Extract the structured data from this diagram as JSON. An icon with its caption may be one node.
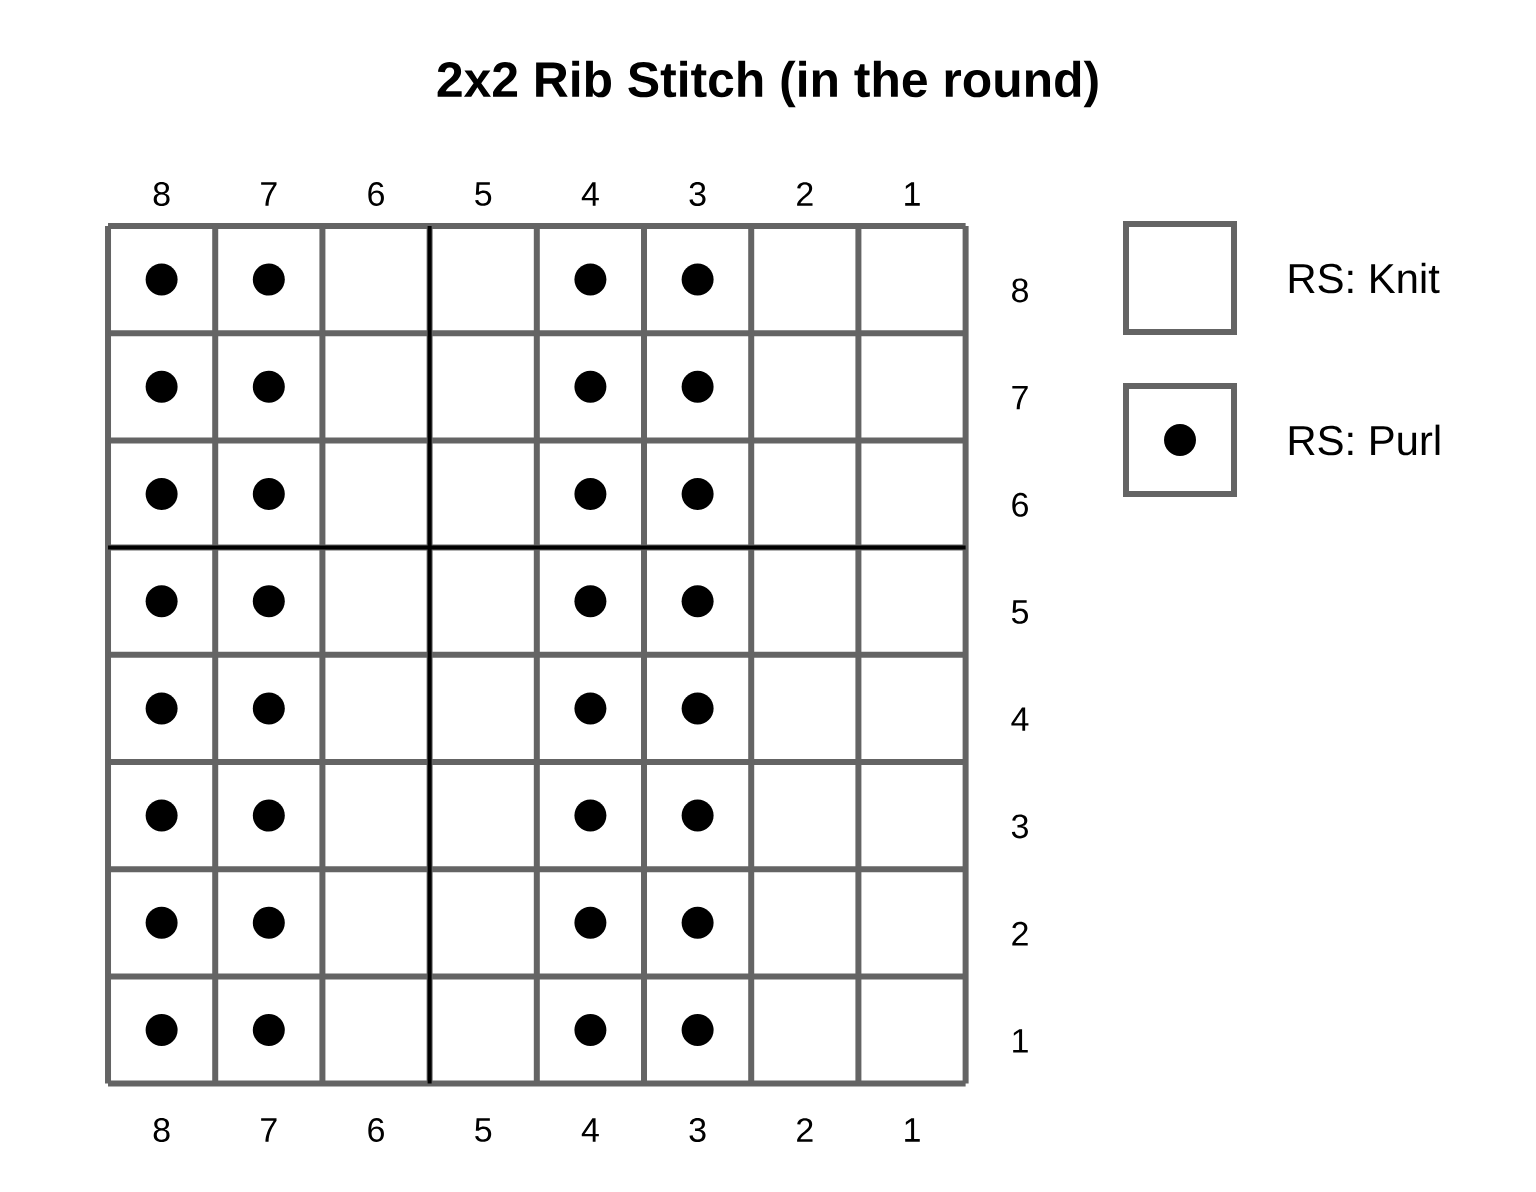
{
  "diagram": {
    "title": "2x2 Rib Stitch (in the round)",
    "labels": [
      "8",
      "7",
      "6",
      "5",
      "4",
      "3",
      "2",
      "1",
      "8",
      "7",
      "6",
      "5",
      "4",
      "3",
      "2",
      "1",
      "8",
      "7",
      "6",
      "5",
      "4",
      "3",
      "2",
      "1"
    ],
    "legend": [
      {
        "text": "RS: Knit"
      },
      {
        "text": "RS: Purl"
      }
    ]
  }
}
